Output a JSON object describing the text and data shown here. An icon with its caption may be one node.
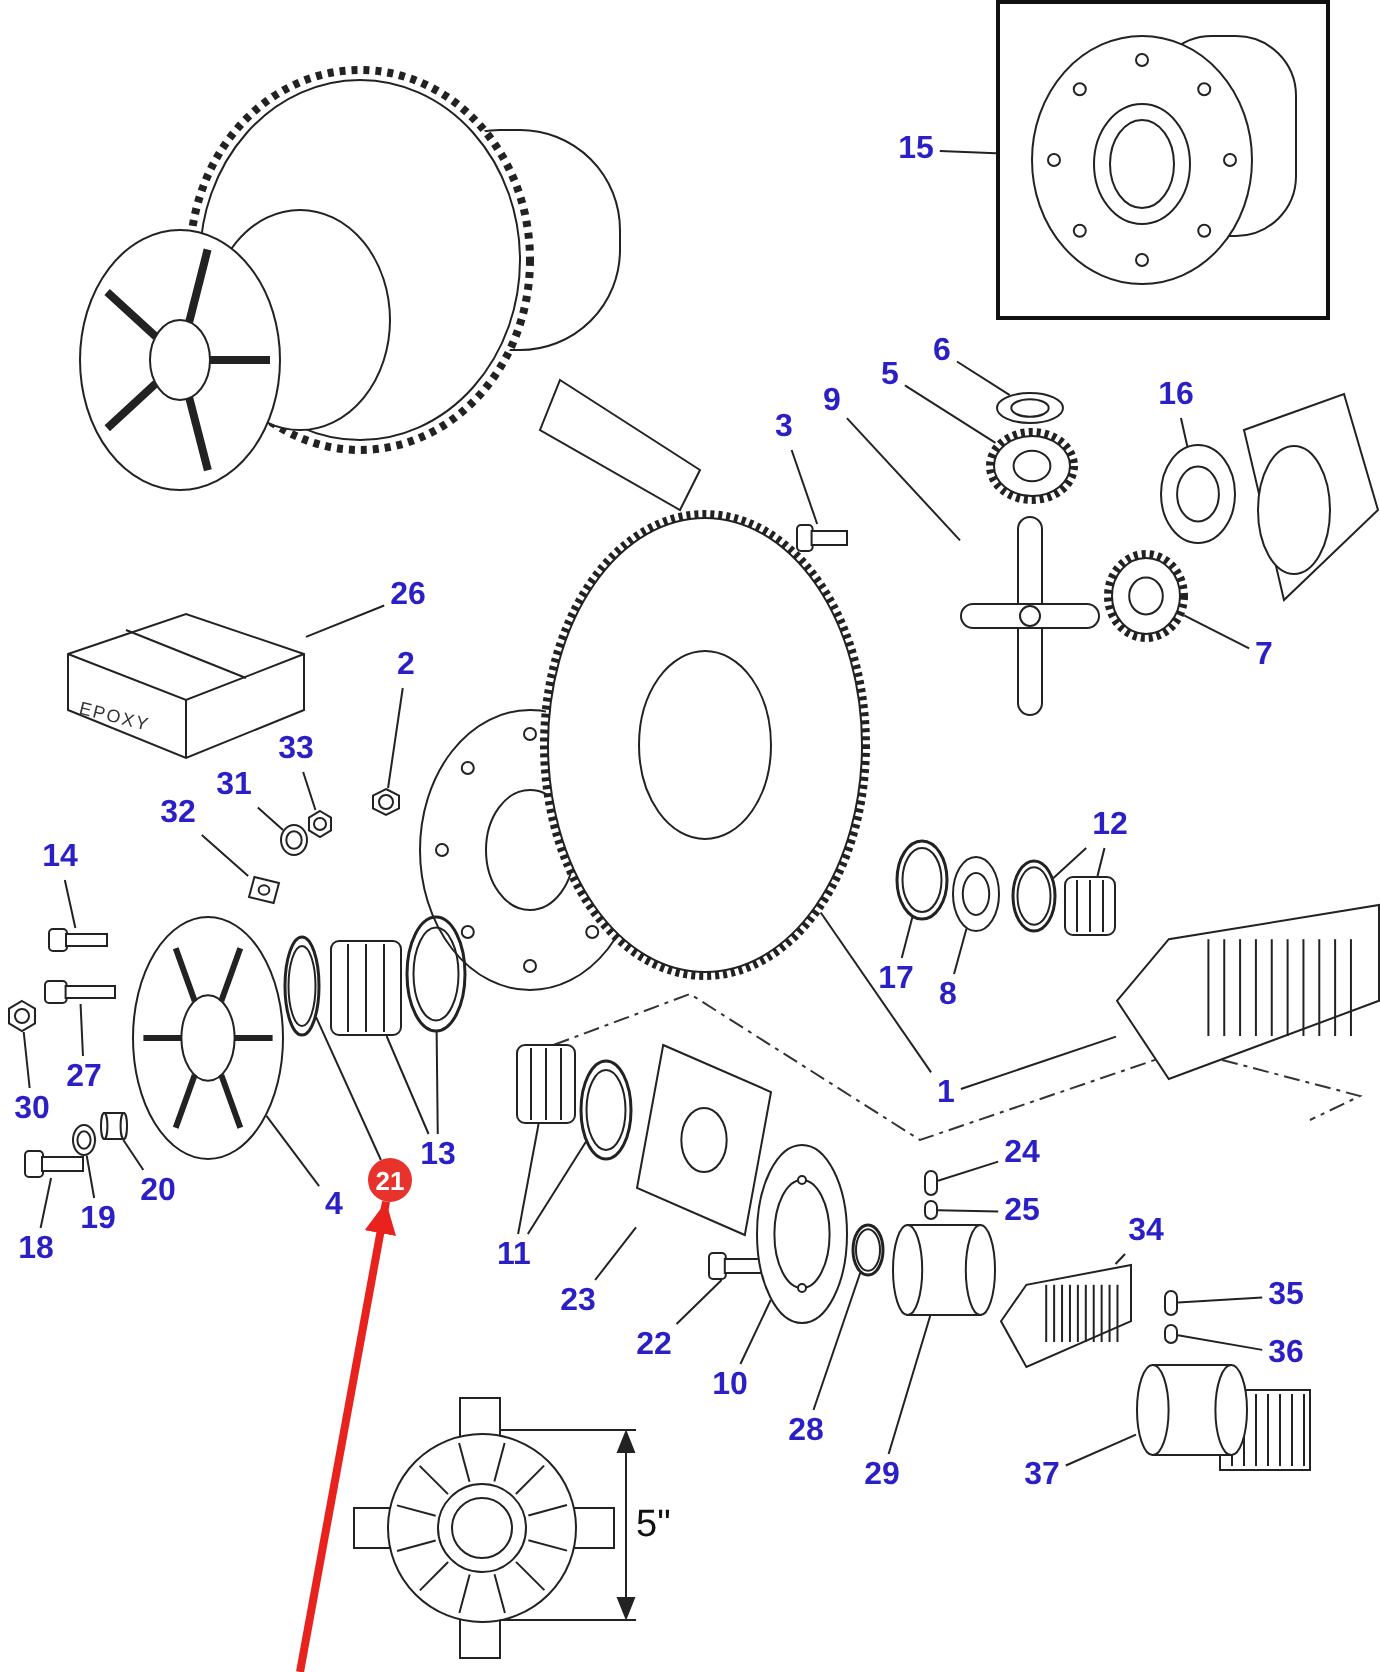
{
  "diagram": {
    "nodes": [
      {
        "text": [
          "15"
        ]
      },
      {
        "text": [
          "26"
        ]
      },
      {
        "text": [
          "6"
        ]
      },
      {
        "text": [
          "5"
        ]
      },
      {
        "text": [
          "16"
        ]
      },
      {
        "text": [
          "9"
        ]
      },
      {
        "text": [
          "3"
        ]
      },
      {
        "text": [
          "2"
        ]
      },
      {
        "text": [
          "7"
        ]
      },
      {
        "text": [
          "33"
        ]
      },
      {
        "text": [
          "31"
        ]
      },
      {
        "text": [
          "32"
        ]
      },
      {
        "text": [
          "12"
        ]
      },
      {
        "text": [
          "14"
        ]
      },
      {
        "text": [
          "17"
        ]
      },
      {
        "text": [
          "8"
        ]
      },
      {
        "text": [
          "27"
        ]
      },
      {
        "text": [
          "1"
        ]
      },
      {
        "text": [
          "30"
        ]
      },
      {
        "text": [
          "24"
        ]
      },
      {
        "text": [
          "13"
        ]
      },
      {
        "text": [
          "21"
        ]
      },
      {
        "text": [
          "20"
        ]
      },
      {
        "text": [
          "4"
        ]
      },
      {
        "text": [
          "25"
        ]
      },
      {
        "text": [
          "19"
        ]
      },
      {
        "text": [
          "34"
        ]
      },
      {
        "text": [
          "18"
        ]
      },
      {
        "text": [
          "11"
        ]
      },
      {
        "text": [
          "35"
        ]
      },
      {
        "text": [
          "23"
        ]
      },
      {
        "text": [
          "22"
        ]
      },
      {
        "text": [
          "36"
        ]
      },
      {
        "text": [
          "10"
        ]
      },
      {
        "text": [
          "28"
        ]
      },
      {
        "text": [
          "29"
        ]
      },
      {
        "text": [
          "37"
        ]
      },
      {
        "text": [],
        "shape": "box"
      },
      {
        "text": [
          "EPOXY"
        ]
      },
      {
        "text": [],
        "shape": "washer"
      },
      {
        "text": [],
        "shape": "gear"
      },
      {
        "text": [],
        "shape": "washer"
      },
      {
        "text": [],
        "shape": "cross"
      },
      {
        "text": [],
        "shape": "bolt"
      },
      {
        "text": [],
        "shape": "nut"
      },
      {
        "text": [],
        "shape": "gear"
      },
      {
        "text": [],
        "shape": "nut"
      },
      {
        "text": [],
        "shape": "washer"
      },
      {
        "text": [],
        "shape": "plate"
      },
      {
        "text": [],
        "shape": "ring"
      },
      {
        "text": [],
        "shape": "bearing"
      },
      {
        "text": [],
        "shape": "bolt"
      },
      {
        "text": [],
        "shape": "ring"
      },
      {
        "text": [],
        "shape": "washer"
      },
      {
        "text": [],
        "shape": "bolt"
      },
      {
        "text": [],
        "shape": "gear"
      },
      {
        "text": [],
        "shape": "shaft"
      },
      {
        "text": [],
        "shape": "nut"
      },
      {
        "text": [],
        "shape": "pin"
      },
      {
        "text": [],
        "shape": "bearing"
      },
      {
        "text": [],
        "shape": "ring"
      },
      {
        "text": [],
        "shape": "ring"
      },
      {
        "text": [],
        "shape": "cylinder"
      },
      {
        "text": [],
        "shape": "flange"
      },
      {
        "text": [],
        "shape": "pin"
      },
      {
        "text": [],
        "shape": "washer"
      },
      {
        "text": [],
        "shape": "shaft"
      },
      {
        "text": [],
        "shape": "bolt"
      },
      {
        "text": [],
        "shape": "bearing"
      },
      {
        "text": [],
        "shape": "ring"
      },
      {
        "text": [],
        "shape": "pin"
      },
      {
        "text": [],
        "shape": "plate"
      },
      {
        "text": [],
        "shape": "bolt"
      },
      {
        "text": [],
        "shape": "pin"
      },
      {
        "text": [],
        "shape": "disc"
      },
      {
        "text": [],
        "shape": "ring"
      },
      {
        "text": [],
        "shape": "cylinder"
      },
      {
        "text": [],
        "shape": "cylinder"
      }
    ],
    "edges": [
      {
        "from": 0,
        "to": 37,
        "arrow": "none"
      },
      {
        "from": 1,
        "to": 38,
        "arrow": "none"
      },
      {
        "from": 2,
        "to": 39,
        "arrow": "none"
      },
      {
        "from": 3,
        "to": 40,
        "arrow": "none"
      },
      {
        "from": 4,
        "to": 41,
        "arrow": "none"
      },
      {
        "from": 5,
        "to": 42,
        "arrow": "none"
      },
      {
        "from": 6,
        "to": 43,
        "arrow": "none"
      },
      {
        "from": 7,
        "to": 44,
        "arrow": "none"
      },
      {
        "from": 8,
        "to": 45,
        "arrow": "none"
      },
      {
        "from": 9,
        "to": 46,
        "arrow": "none"
      },
      {
        "from": 10,
        "to": 47,
        "arrow": "none"
      },
      {
        "from": 11,
        "to": 48,
        "arrow": "none"
      },
      {
        "from": 12,
        "to": 49,
        "arrow": "none"
      },
      {
        "from": 12,
        "to": 50,
        "arrow": "none"
      },
      {
        "from": 13,
        "to": 51,
        "arrow": "none"
      },
      {
        "from": 14,
        "to": 52,
        "arrow": "none"
      },
      {
        "from": 15,
        "to": 53,
        "arrow": "none"
      },
      {
        "from": 16,
        "to": 54,
        "arrow": "none"
      },
      {
        "from": 17,
        "to": 55,
        "arrow": "none"
      },
      {
        "from": 17,
        "to": 56,
        "arrow": "none"
      },
      {
        "from": 18,
        "to": 57,
        "arrow": "none"
      },
      {
        "from": 19,
        "to": 58,
        "arrow": "none"
      },
      {
        "from": 20,
        "to": 59,
        "arrow": "none"
      },
      {
        "from": 20,
        "to": 60,
        "arrow": "none"
      },
      {
        "from": 21,
        "to": 61,
        "arrow": "none"
      },
      {
        "from": null,
        "to": 21,
        "arrow": "to",
        "style": "thick",
        "color": "#e8231e"
      },
      {
        "from": 22,
        "to": 62,
        "arrow": "none"
      },
      {
        "from": 23,
        "to": 63,
        "arrow": "none"
      },
      {
        "from": 24,
        "to": 64,
        "arrow": "none"
      },
      {
        "from": 25,
        "to": 65,
        "arrow": "none"
      },
      {
        "from": 26,
        "to": 66,
        "arrow": "none"
      },
      {
        "from": 27,
        "to": 67,
        "arrow": "none"
      },
      {
        "from": 28,
        "to": 68,
        "arrow": "none"
      },
      {
        "from": 28,
        "to": 69,
        "arrow": "none"
      },
      {
        "from": 29,
        "to": 70,
        "arrow": "none"
      },
      {
        "from": 30,
        "to": 71,
        "arrow": "none"
      },
      {
        "from": 31,
        "to": 72,
        "arrow": "none"
      },
      {
        "from": 32,
        "to": 73,
        "arrow": "none"
      },
      {
        "from": 33,
        "to": 74,
        "arrow": "none"
      },
      {
        "from": 34,
        "to": 75,
        "arrow": "none"
      },
      {
        "from": 35,
        "to": 76,
        "arrow": "none"
      },
      {
        "from": 36,
        "to": 77,
        "arrow": "none"
      }
    ],
    "labels": [
      "5\""
    ]
  }
}
